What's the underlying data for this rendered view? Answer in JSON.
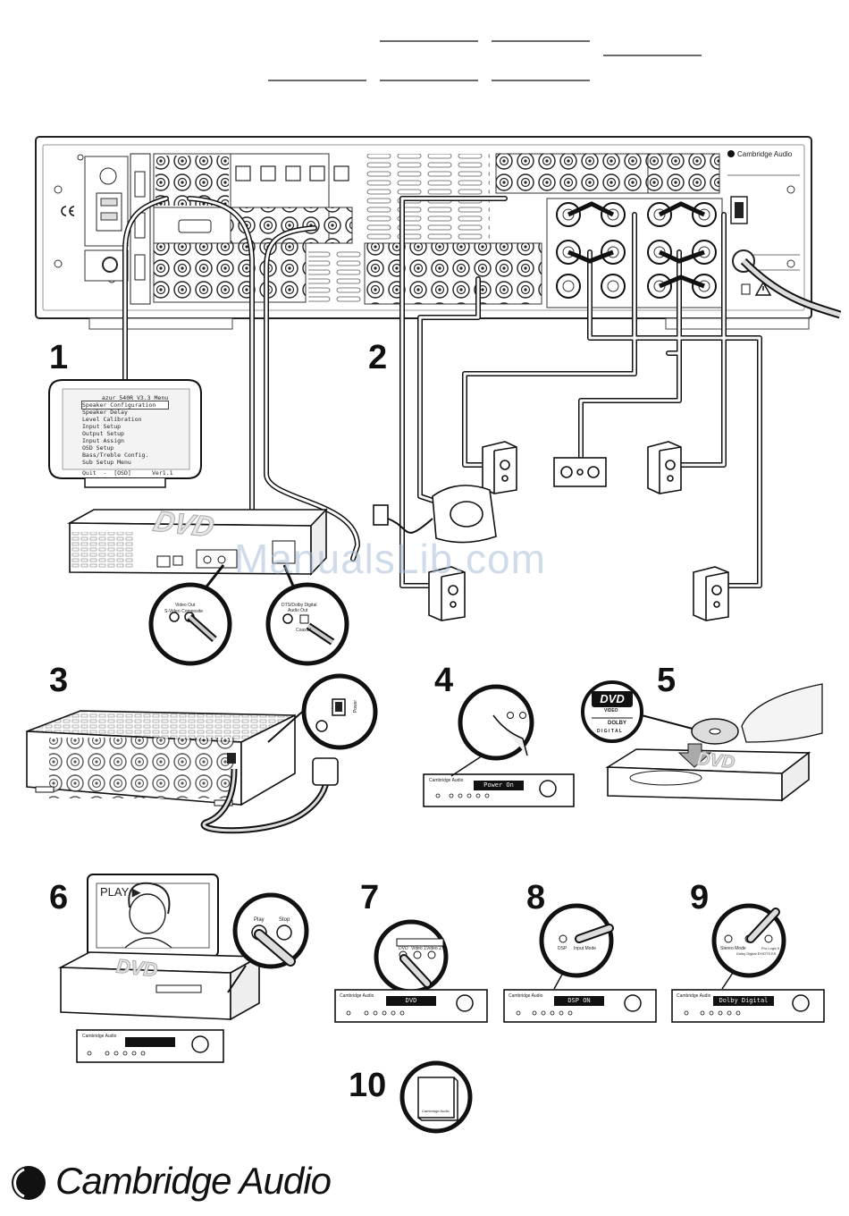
{
  "steps": [
    "1",
    "2",
    "3",
    "4",
    "5",
    "6",
    "7",
    "8",
    "9",
    "10"
  ],
  "tv_menu": {
    "title": "azur 540R V3.3 Menu",
    "items": [
      "Speaker Configuration",
      "Speaker Delay",
      "Level Calibration",
      "Input Setup",
      "Output Setup",
      "Input Assign",
      "OSD Setup",
      "Bass/Treble Config.",
      "Sub Setup Menu"
    ],
    "footer_left": "Quit  -  [OSD]",
    "footer_right": "Ver1.1"
  },
  "receiver_brand": "Cambridge Audio",
  "zoom1": {
    "title": "Video Out",
    "sub": "S-Video  Composite"
  },
  "zoom2": {
    "title": "DTS/Dolby Digital",
    "sub": "Audio Out",
    "sub2": "Coaxial"
  },
  "step3_labels": {
    "power": "Power"
  },
  "step4_lcd": "Power On",
  "step5_logo": {
    "dvd": "DVD",
    "video": "VIDEO",
    "dolby": "DOLBY",
    "digital": "D I G I T A L"
  },
  "step6": {
    "play_text": "PLAY ▶",
    "play_label": "Play",
    "stop_label": "Stop"
  },
  "step7": {
    "lcd": "DVD",
    "labels": [
      "DVD",
      "Video 1",
      "Video 2"
    ]
  },
  "step8": {
    "lcd": "DSP ON",
    "labels": [
      "DSP",
      "Input Mode"
    ]
  },
  "step9": {
    "lcd": "Dolby Digital",
    "labels": [
      "Stereo Mode",
      "Dolby Digital EX/DTS ES",
      "Pro Logic II"
    ]
  },
  "watermark": "ManualsLib.com",
  "footer_brand": "Cambridge Audio",
  "icons": [
    "cambridge-logo-icon",
    "ce-mark-icon",
    "warning-icon",
    "bin-icon",
    "dvd-logo-icon",
    "dolby-logo-icon",
    "manual-book-icon"
  ]
}
